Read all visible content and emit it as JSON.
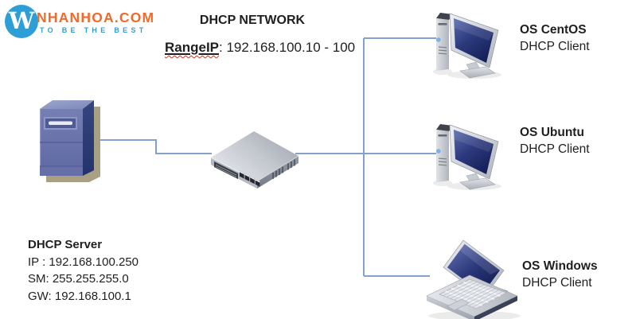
{
  "logo": {
    "monogram": "W",
    "brand": "NHANHOA.COM",
    "tagline": "TO BE THE BEST"
  },
  "header": {
    "title": "DHCP NETWORK",
    "range_label": "RangeIP",
    "range_value": ": 192.168.100.10 - 100"
  },
  "server": {
    "title": "DHCP Server",
    "ip": "IP : 192.168.100.250",
    "subnet": "SM: 255.255.255.0",
    "gateway": "GW: 192.168.100.1"
  },
  "clients": [
    {
      "os": "OS CentOS",
      "role": "DHCP Client"
    },
    {
      "os": "OS Ubuntu",
      "role": "DHCP Client"
    },
    {
      "os": "OS Windows",
      "role": "DHCP Client"
    }
  ],
  "colors": {
    "link": "#84A0CC",
    "text": "#1F1F1F",
    "brand_orange": "#F26A2A",
    "brand_blue": "#2E9FD6",
    "wavy_red": "#C0392B",
    "screen_navy": "#1C2865"
  }
}
